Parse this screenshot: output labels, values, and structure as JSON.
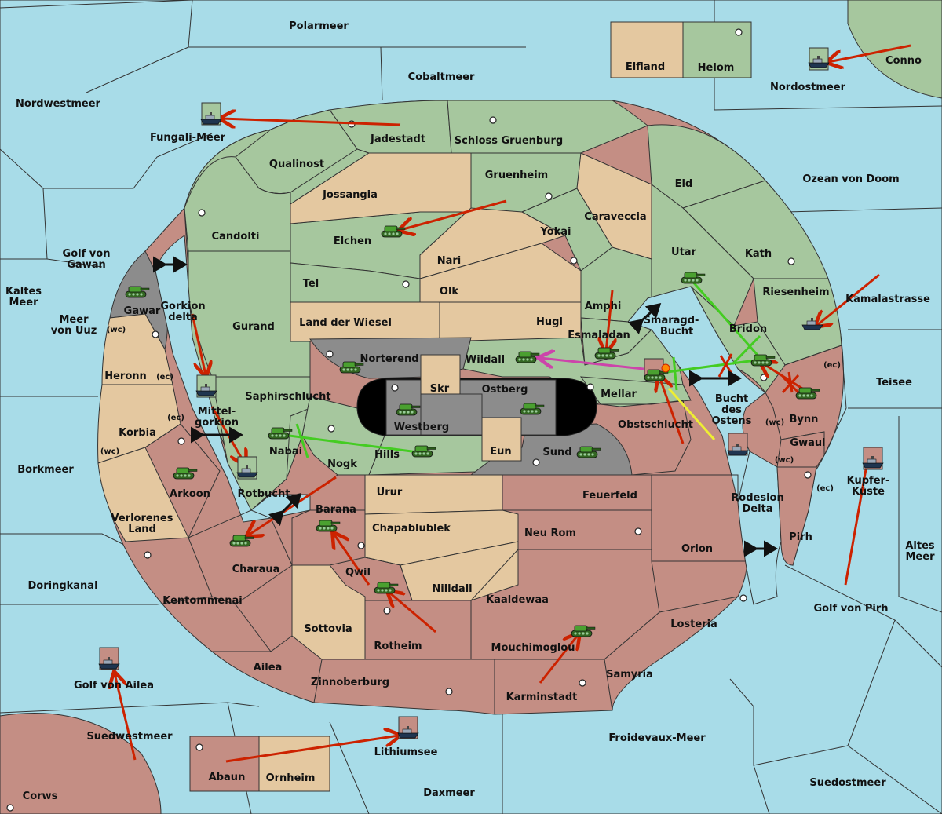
{
  "colors": {
    "sea": "#a8dce8",
    "green_power": "#a6c79e",
    "tan_neutral": "#e4c8a0",
    "red_power": "#c48e84",
    "impassable": "#8c8c8c",
    "attack_arrow": "#cc2200",
    "support_line": "#44cc22",
    "convoy_line": "#cc44aa",
    "support_hold": "#eeee33"
  },
  "icons": {
    "army": "tank-icon",
    "fleet": "ship-icon",
    "supply_center": "supply-center-dot",
    "bounce": "explosion-icon",
    "fail": "cross-mark-icon",
    "link": "double-arrow-icon"
  },
  "labels": {
    "polarmeer": "Polarmeer",
    "cobaltmeer": "Cobaltmeer",
    "elfland": "Elfland",
    "helom": "Helom",
    "conno": "Conno",
    "nordostmeer": "Nordostmeer",
    "nordwestmeer": "Nordwestmeer",
    "fungali": "Fungali-Meer",
    "jadestadt": "Jadestadt",
    "schloss": "Schloss Gruenburg",
    "qualinost": "Qualinost",
    "gruenheim": "Gruenheim",
    "jossangia": "Jossangia",
    "eld": "Eld",
    "ozean": "Ozean von Doom",
    "candolti": "Candolti",
    "caraveccia": "Caraveccia",
    "elchen": "Elchen",
    "yokai": "Yokai",
    "utar": "Utar",
    "kath": "Kath",
    "golf_gawan_1": "Golf von",
    "golf_gawan_2": "Gawan",
    "nari": "Nari",
    "olk": "Olk",
    "tel": "Tel",
    "kaltes_1": "Kaltes",
    "kaltes_2": "Meer",
    "riesenheim": "Riesenheim",
    "kamala": "Kamalastrasse",
    "amphi": "Amphi",
    "gurand": "Gurand",
    "land_wiesel": "Land der Wiesel",
    "hugl": "Hugl",
    "gawar": "Gawar",
    "gorkion_1": "Gorkion",
    "gorkion_2": "delta",
    "smaragd_1": "Smaragd-",
    "smaragd_2": "Bucht",
    "bridon": "Bridon",
    "meer_uuz_1": "Meer",
    "meer_uuz_2": "von Uuz",
    "esmaladan": "Esmaladan",
    "norterend": "Norterend",
    "wildall": "Wildall",
    "teisee": "Teisee",
    "heronn": "Heronn",
    "skr": "Skr",
    "ostberg": "Ostberg",
    "mellar": "Mellar",
    "saphir": "Saphirschlucht",
    "mittel_1": "Mittel-",
    "mittel_2": "gorkion",
    "westberg": "Westberg",
    "bucht_1": "Bucht",
    "bucht_2": "des",
    "bucht_3": "Ostens",
    "bynn": "Bynn",
    "korbia": "Korbia",
    "obst": "Obstschlucht",
    "nabai": "Nabai",
    "hills": "Hills",
    "eun": "Eun",
    "sund": "Sund",
    "gwaul": "Gwaul",
    "borkmeer": "Borkmeer",
    "nogk": "Nogk",
    "kupfer_1": "Kupfer-",
    "kupfer_2": "Küste",
    "arkoon": "Arkoon",
    "rotbucht": "Rotbucht",
    "urur": "Urur",
    "feuerfeld": "Feuerfeld",
    "rodesion_1": "Rodesion",
    "rodesion_2": "Delta",
    "verloren_1": "Verlorenes",
    "verloren_2": "Land",
    "barana": "Barana",
    "chapa": "Chapablublek",
    "neurom": "Neu Rom",
    "pirh": "Pirh",
    "orlon": "Orlon",
    "altes_1": "Altes",
    "altes_2": "Meer",
    "charaua": "Charaua",
    "doringkanal": "Doringkanal",
    "qwil": "Qwil",
    "nilldall": "Nilldall",
    "kentommenai": "Kentommenai",
    "kaaldewaa": "Kaaldewaa",
    "golf_pirh": "Golf von Pirh",
    "sottovia": "Sottovia",
    "losteria": "Losteria",
    "rotheim": "Rotheim",
    "mouchimoglou": "Mouchimoglou",
    "ailea": "Ailea",
    "samyria": "Samyria",
    "golf_ailea": "Golf von Ailea",
    "zinnoberburg": "Zinnoberburg",
    "karminstadt": "Karminstadt",
    "suedwestmeer": "Suedwestmeer",
    "froidevaux": "Froidevaux-Meer",
    "lithium": "Lithiumsee",
    "abaun": "Abaun",
    "ornheim": "Ornheim",
    "suedostmeer": "Suedostmeer",
    "daxmeer": "Daxmeer",
    "corws": "Corws",
    "wc": "(wc)",
    "ec": "(ec)"
  }
}
